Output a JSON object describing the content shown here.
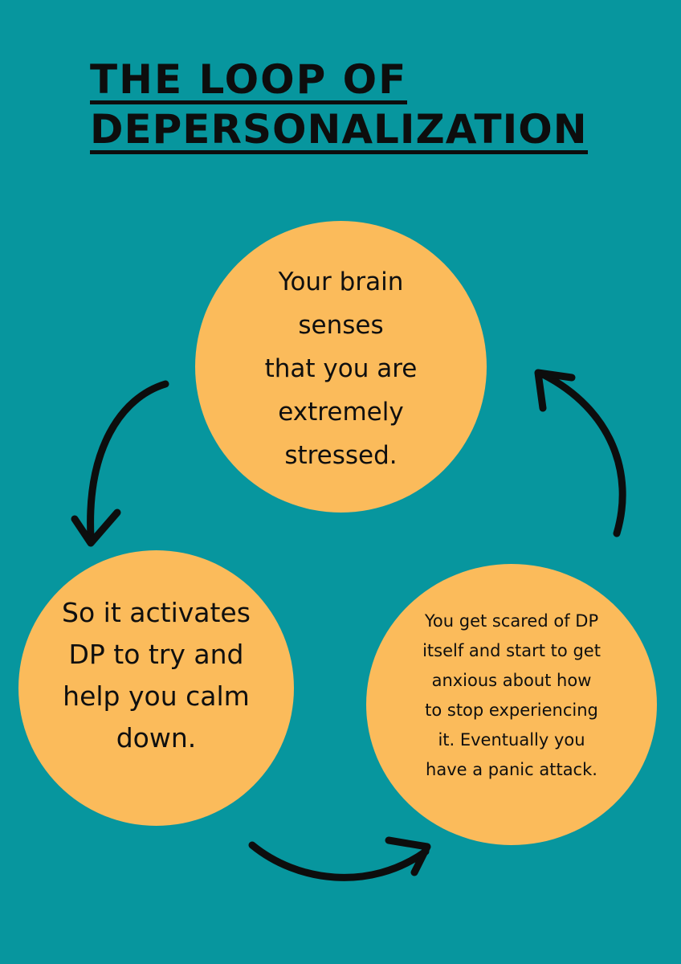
{
  "title": {
    "line1": "THE LOOP OF",
    "line2": "DEPERSONALIZATION"
  },
  "steps": [
    {
      "text": "Your brain\nsenses\nthat you are\nextremely\nstressed."
    },
    {
      "text": "You get scared of DP\nitself and start to get\nanxious about how\nto stop  experiencing\nit. Eventually you\nhave a panic attack."
    },
    {
      "text": "So it activates\nDP to try and\nhelp you calm\ndown."
    }
  ],
  "colors": {
    "background": "#07969e",
    "circle": "#fbbb5b",
    "text": "#0f0f0f"
  },
  "icons": [
    "curved-arrow-down-left",
    "curved-arrow-right",
    "curved-arrow-up"
  ]
}
